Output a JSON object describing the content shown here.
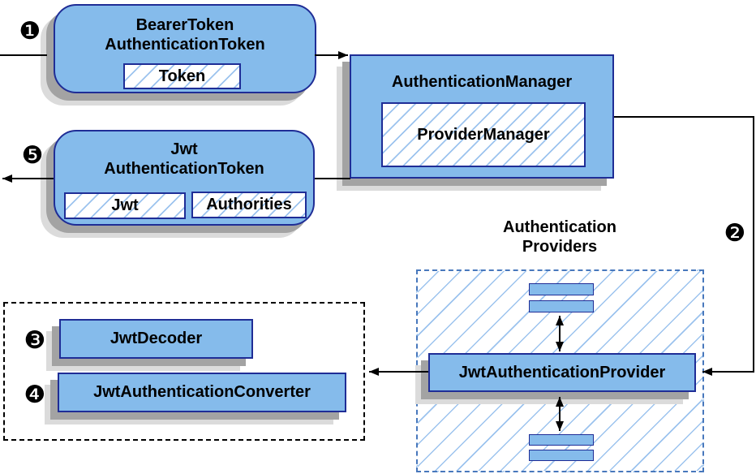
{
  "diagram": {
    "badges": {
      "step1": "❶",
      "step2": "❷",
      "step3": "❸",
      "step4": "❹",
      "step5": "❺"
    },
    "bearer_token_box": {
      "line1": "BearerToken",
      "line2": "AuthenticationToken",
      "chip": "Token"
    },
    "authentication_manager_box": {
      "title": "AuthenticationManager",
      "chip": "ProviderManager"
    },
    "jwt_token_box": {
      "line1": "Jwt",
      "line2": "AuthenticationToken",
      "chip1": "Jwt",
      "chip2": "Authorities"
    },
    "providers_group": {
      "line1": "Authentication",
      "line2": "Providers"
    },
    "jwt_authentication_provider_box": {
      "label": "JwtAuthenticationProvider"
    },
    "jwt_decoder_box": {
      "label": "JwtDecoder"
    },
    "jwt_authentication_converter_box": {
      "label": "JwtAuthenticationConverter"
    },
    "colors": {
      "node_fill": "#85BBEB",
      "node_border": "#1F2D96",
      "hatch_line": "#9CC3EE",
      "providers_dash_border": "#4878BC",
      "black_dash_border": "#000000",
      "shadow_dark": "#A3A3A3",
      "shadow_light": "#DBDBDB",
      "arrow": "#000000"
    }
  }
}
